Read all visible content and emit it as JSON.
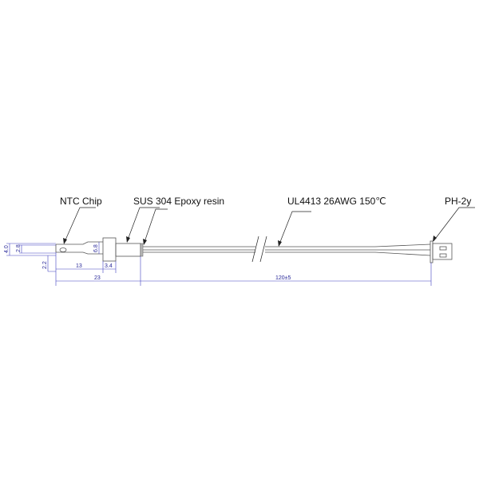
{
  "labels": {
    "ntc_chip": "NTC Chip",
    "probe_body": "SUS 304 Epoxy resin",
    "wire": "UL4413 26AWG  150℃",
    "connector": "PH-2y"
  },
  "dimensions": {
    "probe_height": "4.0",
    "tube_height": "2.8",
    "offset": "2.2",
    "collar_diameter": "6.8",
    "tip_to_collar": "13",
    "collar_width": "3.4",
    "probe_length": "23",
    "cable_length": "120±5"
  },
  "colors": {
    "dimension": "#4040c0",
    "outline": "#555555"
  }
}
